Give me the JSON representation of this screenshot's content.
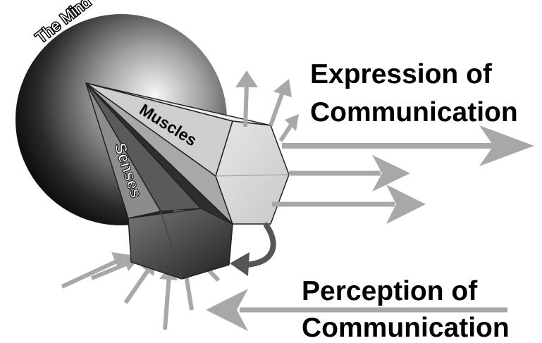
{
  "labels": {
    "mind": "The Mind",
    "muscles": "Muscles",
    "senses": "Senses",
    "expression_line1": "Expression of",
    "expression_line2": "Communication",
    "perception_line1": "Perception of",
    "perception_line2": "Communication"
  },
  "colors": {
    "sphere_light": "#f4f4f4",
    "sphere_dark": "#000000",
    "arrow_gray": "#a8a8a8",
    "cone_light": "#dcdcdc",
    "cone_mid": "#8c8c8c",
    "cone_dark": "#3c3c3c",
    "feedback_arrow": "#555555",
    "text": "#000000"
  }
}
